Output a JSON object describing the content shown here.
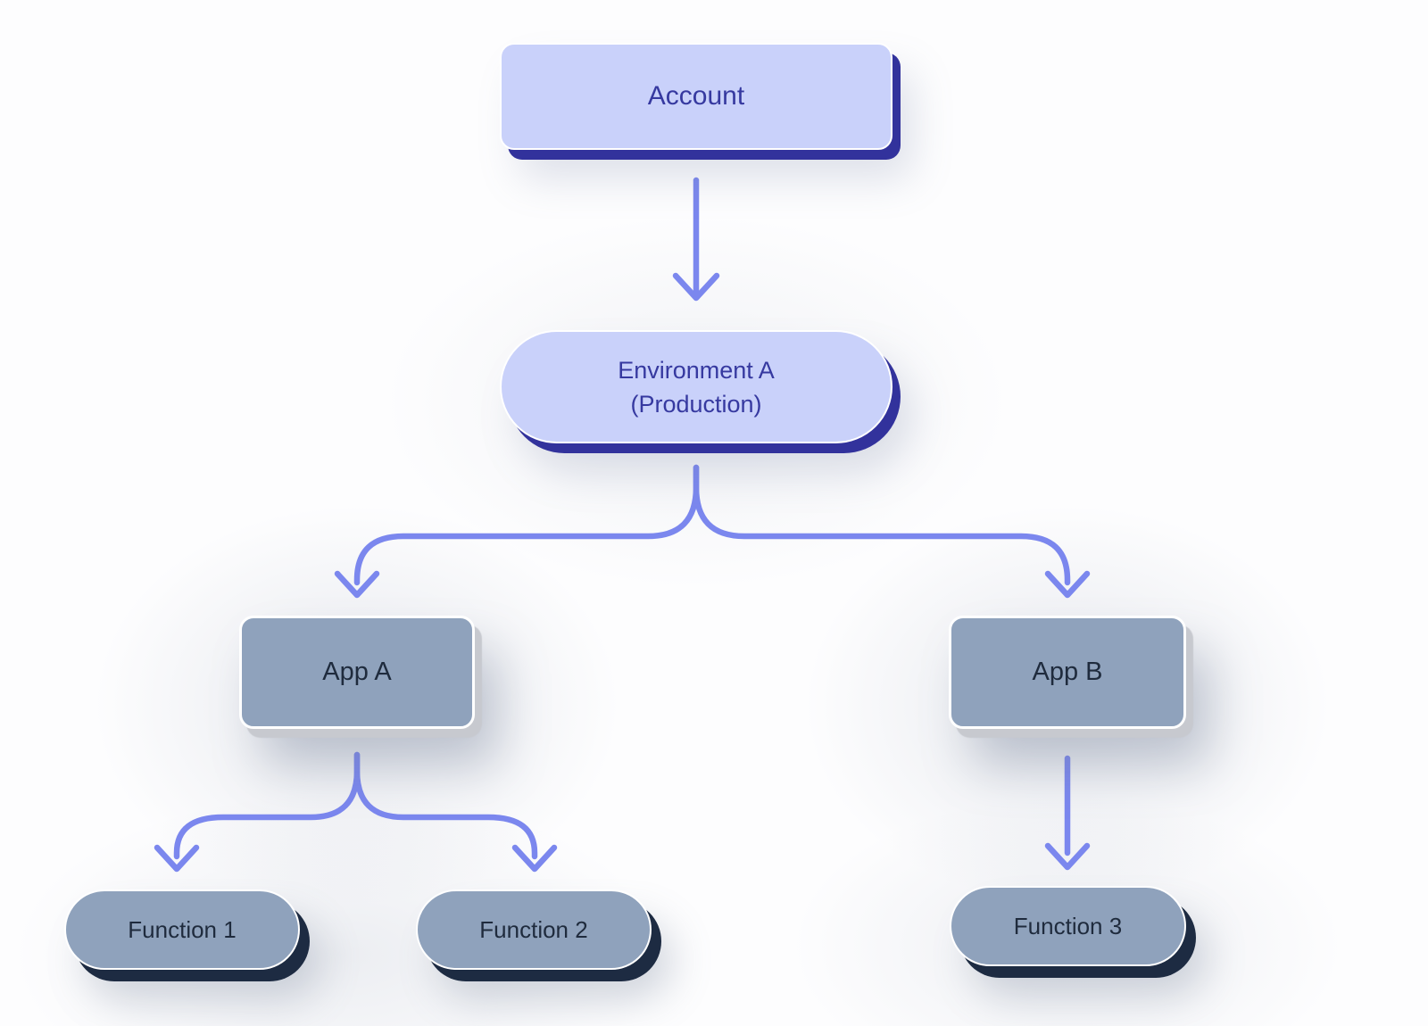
{
  "diagram": {
    "type": "hierarchy-flowchart",
    "nodes": {
      "account": {
        "label": "Account"
      },
      "environment": {
        "label_line1": "Environment A",
        "label_line2": "(Production)"
      },
      "app_a": {
        "label": "App A"
      },
      "app_b": {
        "label": "App B"
      },
      "function_1": {
        "label": "Function 1"
      },
      "function_2": {
        "label": "Function 2"
      },
      "function_3": {
        "label": "Function 3"
      }
    },
    "edges": [
      {
        "from": "account",
        "to": "environment"
      },
      {
        "from": "environment",
        "to": "app_a"
      },
      {
        "from": "environment",
        "to": "app_b"
      },
      {
        "from": "app_a",
        "to": "function_1"
      },
      {
        "from": "app_a",
        "to": "function_2"
      },
      {
        "from": "app_b",
        "to": "function_3"
      }
    ],
    "colors": {
      "primary_node_fill": "#c9d1fa",
      "primary_node_text": "#3639a0",
      "primary_node_shadow": "#32329c",
      "secondary_node_fill": "#8fa2bc",
      "secondary_node_text": "#1f2b3d",
      "app_node_shadow": "#c7c9cf",
      "function_node_shadow": "#1d2b42",
      "arrow": "#7b87ee",
      "background": "#fdfdfe"
    }
  }
}
